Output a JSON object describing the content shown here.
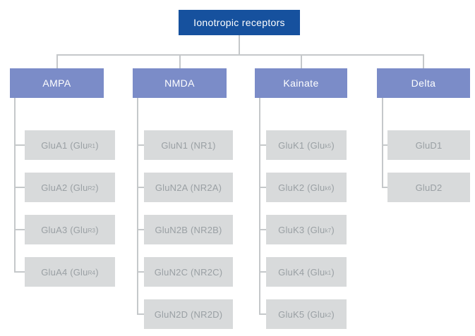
{
  "root": {
    "label": "Ionotropic receptors"
  },
  "columns": [
    {
      "label": "AMPA",
      "children": [
        {
          "pre": "GluA1 (Glu",
          "sub": "R1",
          "post": ")"
        },
        {
          "pre": "GluA2 (Glu",
          "sub": "R2",
          "post": ")"
        },
        {
          "pre": "GluA3 (Glu",
          "sub": "R3",
          "post": ")"
        },
        {
          "pre": "GluA4 (Glu",
          "sub": "R4",
          "post": ")"
        }
      ]
    },
    {
      "label": "NMDA",
      "children": [
        {
          "pre": "GluN1 (NR1)",
          "sub": "",
          "post": ""
        },
        {
          "pre": "GluN2A (NR2A)",
          "sub": "",
          "post": ""
        },
        {
          "pre": "GluN2B (NR2B)",
          "sub": "",
          "post": ""
        },
        {
          "pre": "GluN2C (NR2C)",
          "sub": "",
          "post": ""
        },
        {
          "pre": "GluN2D (NR2D)",
          "sub": "",
          "post": ""
        }
      ]
    },
    {
      "label": "Kainate",
      "children": [
        {
          "pre": "GluK1 (Glu",
          "sub": "k5",
          "post": ")"
        },
        {
          "pre": "GluK2 (Glu",
          "sub": "k6",
          "post": ")"
        },
        {
          "pre": "GluK3 (Glu",
          "sub": "k7",
          "post": ")"
        },
        {
          "pre": "GluK4 (Glu",
          "sub": "k1",
          "post": ")"
        },
        {
          "pre": "GluK5 (Glu",
          "sub": "k2",
          "post": ")"
        }
      ]
    },
    {
      "label": "Delta",
      "children": [
        {
          "pre": "GluD1",
          "sub": "",
          "post": ""
        },
        {
          "pre": "GluD2",
          "sub": "",
          "post": ""
        }
      ]
    }
  ],
  "colors": {
    "background": "#ffffff",
    "root_bg": "#16519e",
    "root_text": "#ffffff",
    "category_bg": "#7b8cc8",
    "category_text": "#ffffff",
    "child_bg": "#d8dadb",
    "child_text": "#9aa0a4",
    "connector": "#c5c8ca"
  }
}
